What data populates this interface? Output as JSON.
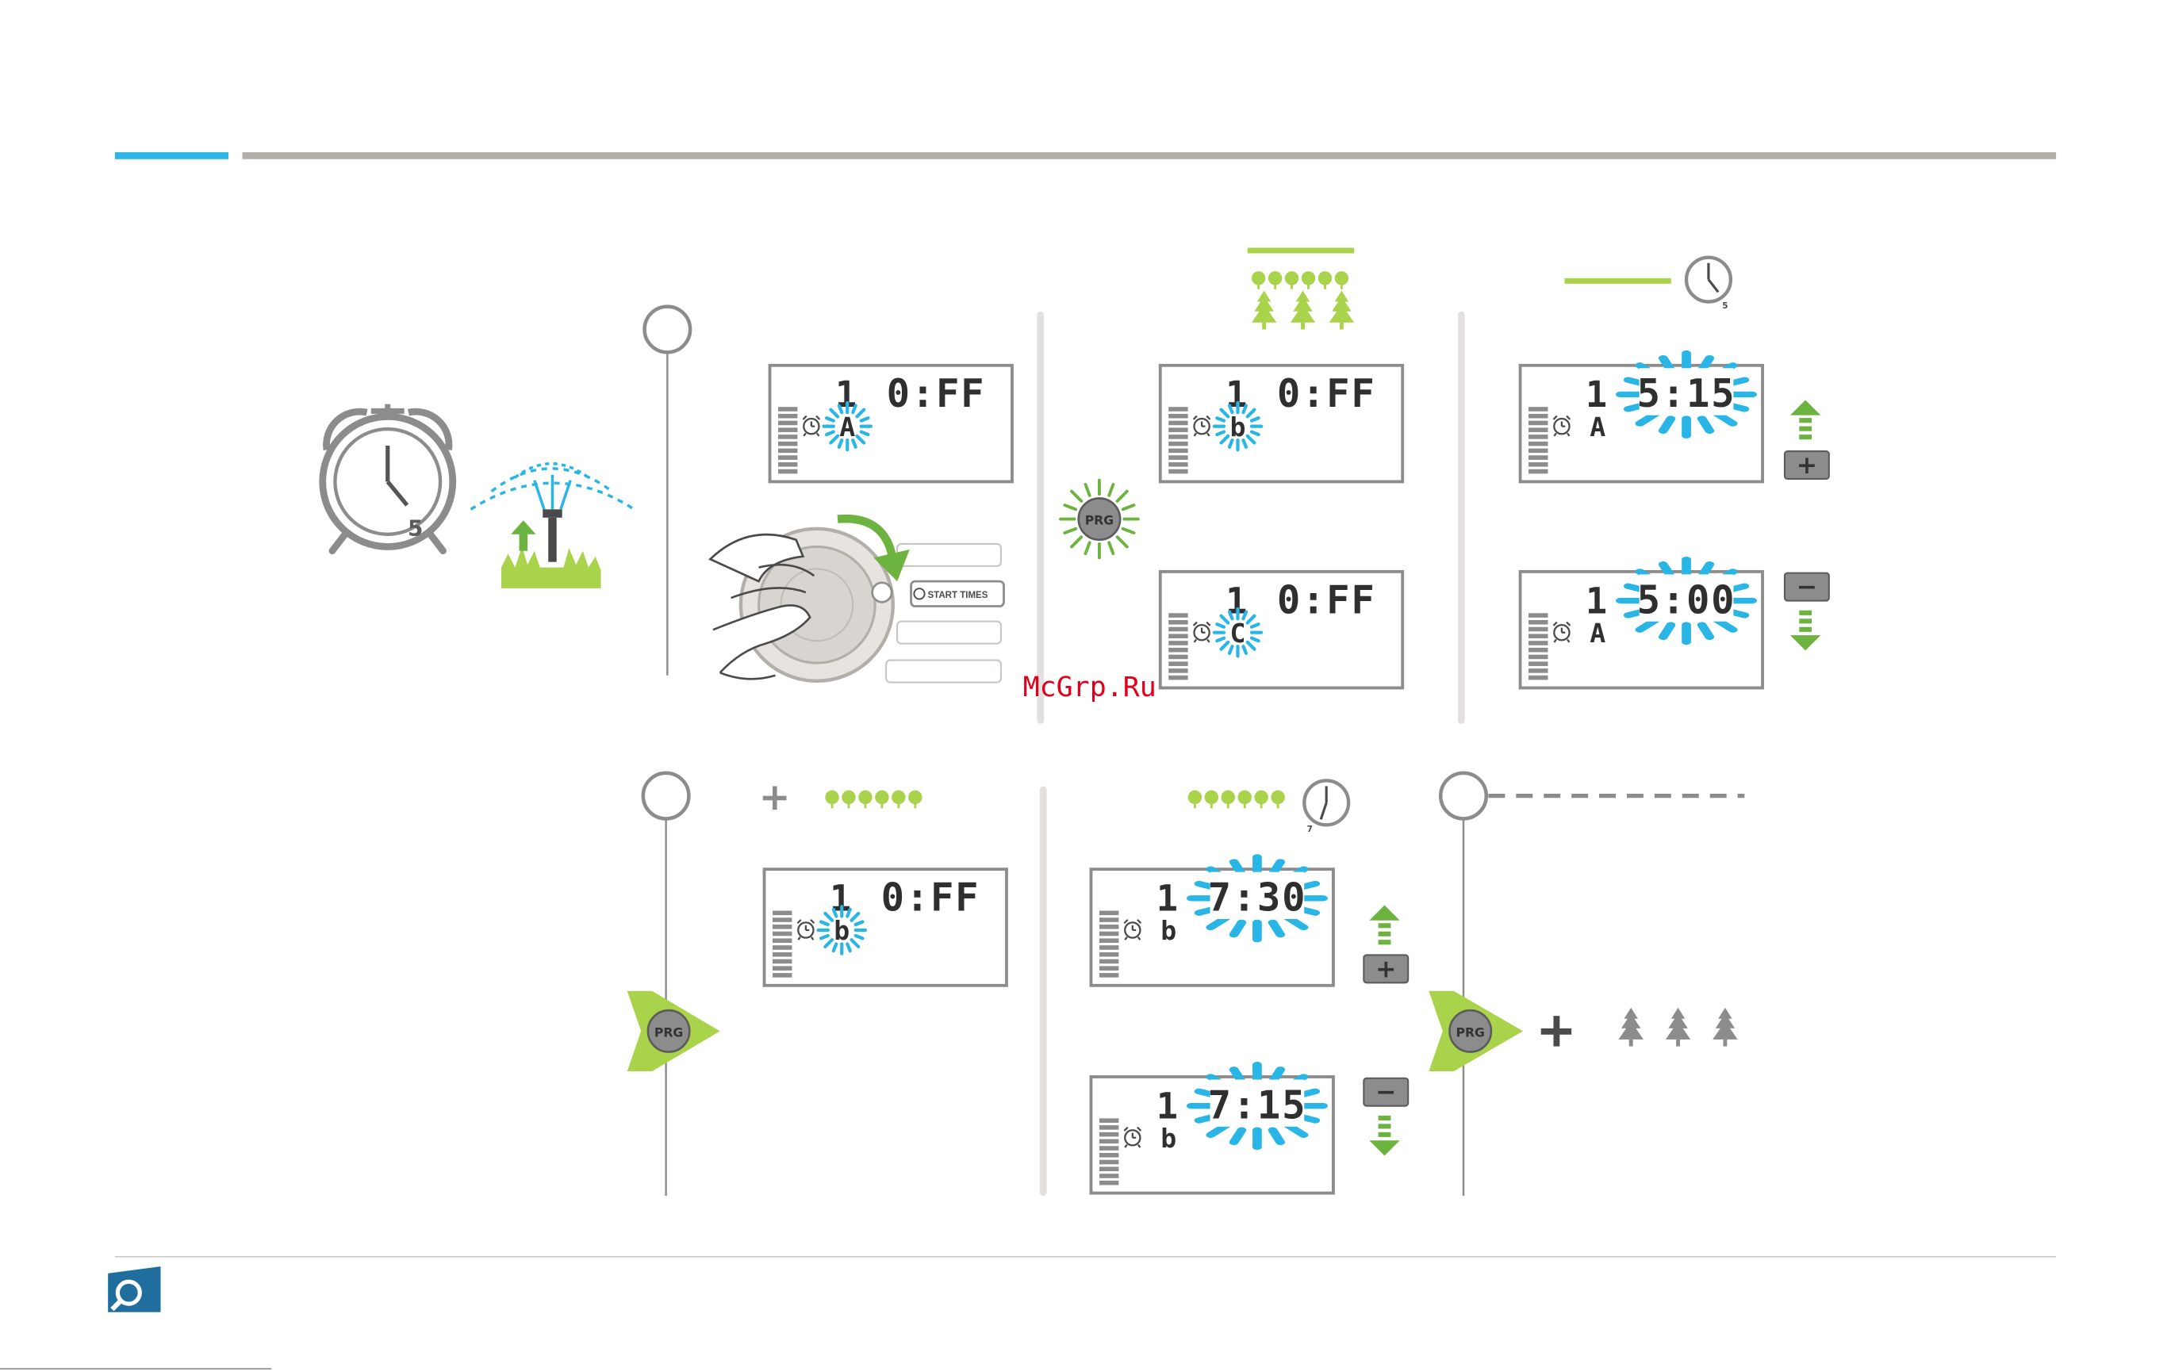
{
  "header": {
    "accent_color": "#2db6e6",
    "rule_color": "#b4aea8"
  },
  "colors": {
    "cyan": "#29b6e6",
    "green": "#6cb33f",
    "lime": "#a8d34a",
    "gray": "#8c8c8c",
    "dark": "#4a4a4a"
  },
  "watermark": "McGrp.Ru",
  "step_marker": "",
  "buttons": {
    "prg_label": "PRG",
    "dial_label": "START TIMES",
    "plus": "+",
    "minus": "−"
  },
  "clock_icons": {
    "big_clock_digit": "5",
    "small_clock_1_digit": "5",
    "small_clock_2_digit": "7"
  },
  "displays": [
    {
      "id": "d1",
      "station": "1",
      "time": "0:FF",
      "program": "A",
      "blink_program": true,
      "blink_time": false
    },
    {
      "id": "d2",
      "station": "1",
      "time": "0:FF",
      "program": "b",
      "blink_program": true,
      "blink_time": false
    },
    {
      "id": "d3",
      "station": "1",
      "time": "0:FF",
      "program": "C",
      "blink_program": true,
      "blink_time": false
    },
    {
      "id": "d4",
      "station": "1",
      "time": "5:15",
      "program": "A",
      "blink_program": false,
      "blink_time": true
    },
    {
      "id": "d5",
      "station": "1",
      "time": "5:00",
      "program": "A",
      "blink_program": false,
      "blink_time": true
    },
    {
      "id": "d6",
      "station": "1",
      "time": "0:FF",
      "program": "b",
      "blink_program": true,
      "blink_time": false
    },
    {
      "id": "d7",
      "station": "1",
      "time": "7:30",
      "program": "b",
      "blink_program": false,
      "blink_time": true
    },
    {
      "id": "d8",
      "station": "1",
      "time": "7:15",
      "program": "b",
      "blink_program": false,
      "blink_time": true
    }
  ]
}
